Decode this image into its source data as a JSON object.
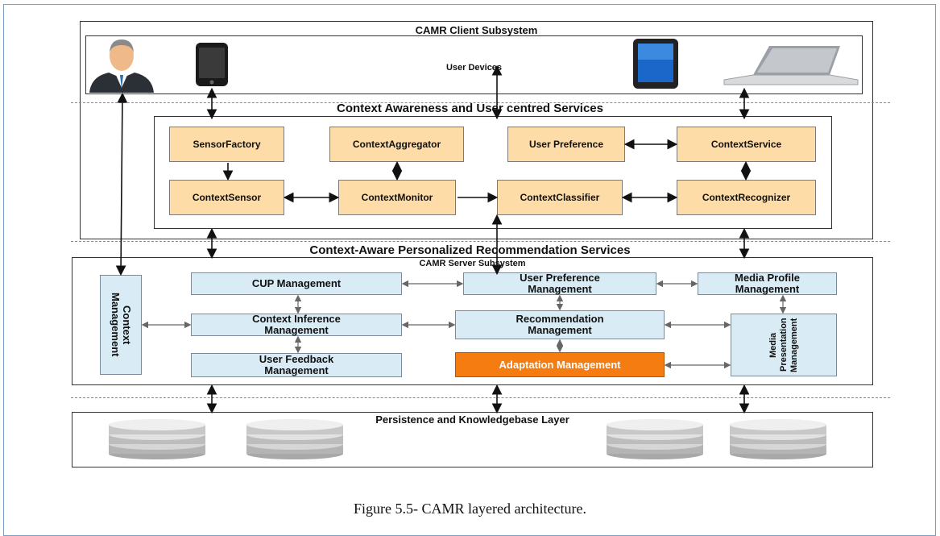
{
  "layers": {
    "client": "CAMR Client Subsystem",
    "devices": "User Devices",
    "context_services": "Context Awareness  and User centred Services",
    "recommendation": "Context-Aware Personalized Recommendation Services",
    "server": "CAMR Server Subsystem",
    "persistence": "Persistence and Knowledgebase Layer"
  },
  "context_components": {
    "sensor_factory": "SensorFactory",
    "context_aggregator": "ContextAggregator",
    "user_preference": "User Preference",
    "context_service": "ContextService",
    "context_sensor": "ContextSensor",
    "context_monitor": "ContextMonitor",
    "context_classifier": "ContextClassifier",
    "context_recognizer": "ContextRecognizer"
  },
  "server_components": {
    "context_management": "Context Management",
    "cup_management": "CUP Management",
    "user_preference_management": "User Preference Management",
    "media_profile_management": "Media Profile Management",
    "context_inference_management": "Context Inference Management",
    "recommendation_management": "Recommendation Management",
    "media_presentation_management": "Media Presentation Management",
    "user_feedback_management": "User Feedback Management",
    "adaptation_management": "Adaptation Management"
  },
  "icons": [
    "user-avatar-icon",
    "smartphone-icon",
    "tablet-icon",
    "laptop-icon",
    "database-icon"
  ],
  "colors": {
    "context_box": "#fddca8",
    "server_box": "#d9ecf5",
    "adaptation": "#f57c10"
  },
  "caption": "Figure 5.5- CAMR layered architecture."
}
